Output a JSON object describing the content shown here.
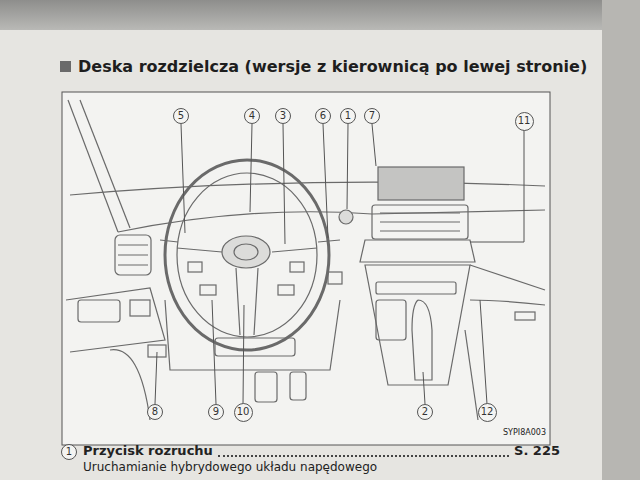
{
  "diagram": {
    "title": "Deska rozdzielcza (wersje z kierownicą po lewej stronie)",
    "nodes": [
      {
        "text": [
          "5"
        ]
      },
      {
        "text": [
          "4"
        ]
      },
      {
        "text": [
          "3"
        ]
      },
      {
        "text": [
          "6"
        ]
      },
      {
        "text": [
          "1"
        ]
      },
      {
        "text": [
          "7"
        ]
      },
      {
        "text": [
          "11"
        ]
      },
      {
        "text": [
          "8"
        ]
      },
      {
        "text": [
          "9"
        ]
      },
      {
        "text": [
          "10"
        ]
      },
      {
        "text": [
          "2"
        ]
      },
      {
        "text": [
          "12"
        ]
      },
      {
        "text": [
          "1"
        ]
      }
    ],
    "labels": [
      "SYPI8A003",
      "Przycisk rozruchu",
      "S. 225",
      "Uruchamianie hybrydowego układu napędowego"
    ]
  }
}
